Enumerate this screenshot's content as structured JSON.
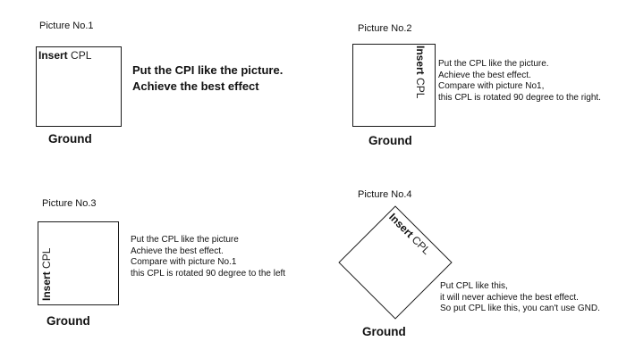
{
  "pic1": {
    "title": "Picture No.1",
    "label_bold": "Insert",
    "label_normal": "CPL",
    "ground": "Ground",
    "notes": [
      "Put the CPI like the picture.",
      "Achieve the best effect"
    ]
  },
  "pic2": {
    "title": "Picture No.2",
    "label_bold": "Insert",
    "label_normal": "CPL",
    "ground": "Ground",
    "notes": [
      "Put the CPL like the picture.",
      "Achieve the best effect.",
      "Compare with picture No1,",
      "this CPL is rotated 90 degree to the right."
    ]
  },
  "pic3": {
    "title": "Picture No.3",
    "label_bold": "Insert",
    "label_normal": "CPL",
    "ground": "Ground",
    "notes": [
      "Put the CPL like the picture",
      "Achieve the best effect.",
      "Compare with picture No.1",
      "this CPL is rotated 90 degree to the left"
    ]
  },
  "pic4": {
    "title": "Picture No.4",
    "label_bold": "Insert",
    "label_normal": "CPL",
    "ground": "Ground",
    "notes": [
      "Put CPL like this,",
      "it will never achieve the best effect.",
      "So put CPL like this, you can't use GND."
    ]
  }
}
